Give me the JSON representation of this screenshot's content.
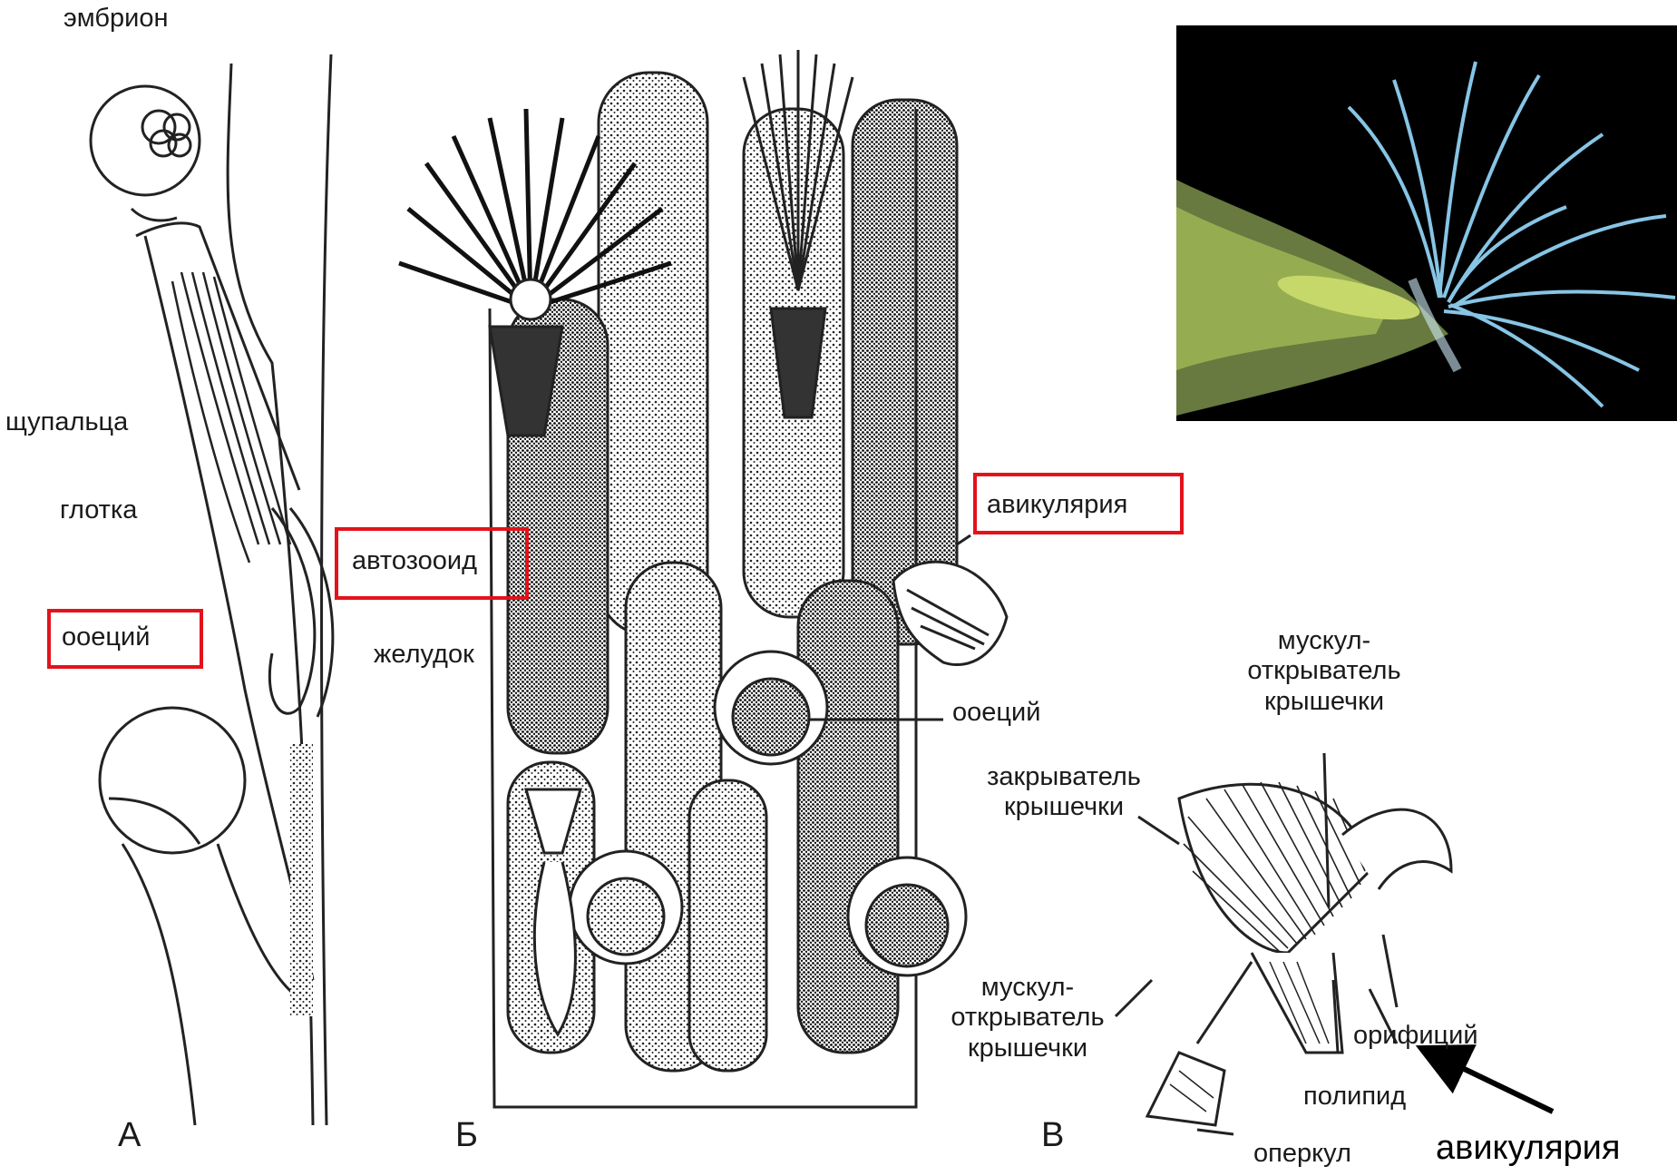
{
  "figure_a": {
    "panel_label": "А",
    "labels": {
      "embryo": "эмбрион",
      "tentacles": "щупальца",
      "pharynx": "глотка",
      "ooecium": "ооеций",
      "autozooid": "автозооид",
      "stomach": "желудок"
    }
  },
  "figure_b": {
    "panel_label": "Б",
    "labels": {
      "avicularia": "авикулярия",
      "ooecium": "ооеций"
    }
  },
  "figure_c": {
    "panel_label": "В",
    "labels": {
      "opener_muscle_top": "мускул-\nоткрыватель\nкрышечки",
      "closer_muscle": "закрыватель\nкрышечки",
      "opener_muscle_left": "мускул-\nоткрыватель\nкрышечки",
      "orifice": "орифиций",
      "polypide": "полипид",
      "operculum": "оперкул",
      "avicularia_annotation": "авикулярия"
    }
  },
  "colors": {
    "highlight_box": "#e3121b",
    "ink": "#1a1a1a",
    "photo_background": "#000000",
    "photo_tentacles": "#8fd0f2"
  },
  "icons": {
    "annotation_arrow": "arrow-up-left-icon"
  }
}
